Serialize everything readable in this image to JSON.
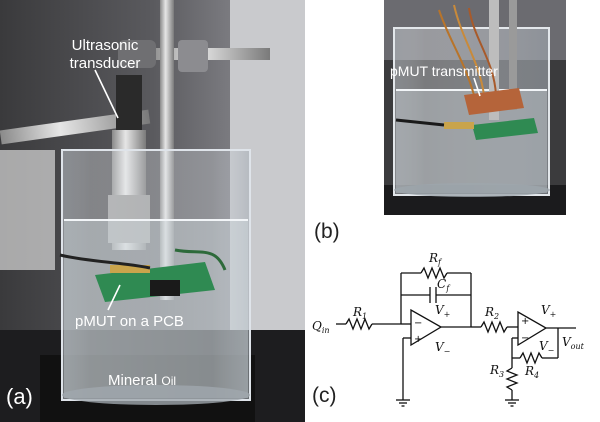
{
  "panel_a": {
    "letter": "(a)",
    "label_transducer_1": "Ultrasonic",
    "label_transducer_2": "transducer",
    "label_pcb": "pMUT on a PCB",
    "label_oil_1": "Mineral ",
    "label_oil_2": "Oil"
  },
  "panel_b": {
    "letter": "(b)",
    "label_transmitter": "pMUT transmitter"
  },
  "panel_c": {
    "letter": "(c)",
    "q_in": "Q",
    "q_in_sub": "in",
    "rf": "R",
    "rf_sub": "f",
    "cf": "C",
    "cf_sub": "f",
    "r1": "R",
    "r1_sub": "1",
    "r2": "R",
    "r2_sub": "2",
    "r3": "R",
    "r3_sub": "3",
    "r4": "R",
    "r4_sub": "4",
    "vplus1": "V",
    "vplus1_sub": "+",
    "vminus1": "V",
    "vminus1_sub": "−",
    "vplus2": "V",
    "vplus2_sub": "+",
    "vminus2": "V",
    "vminus2_sub": "−",
    "vout": "V",
    "vout_sub": "out",
    "op1_plus": "+",
    "op1_minus": "−",
    "op2_plus": "+",
    "op2_minus": "−"
  }
}
